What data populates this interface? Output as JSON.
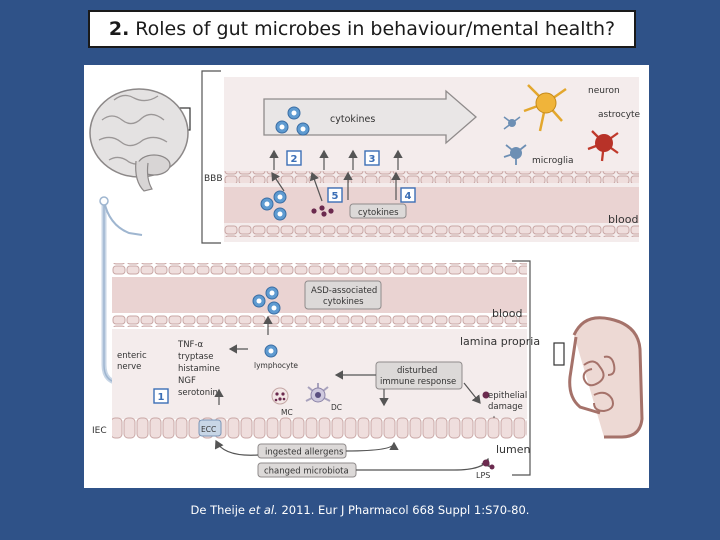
{
  "slide": {
    "title_number": "2.",
    "title_text": "Roles of gut microbes in behaviour/mental health?",
    "citation": {
      "authors": "De Theije",
      "etal": "et al.",
      "ref": "2011. Eur J Pharmacol 668 Suppl 1:S70-80."
    }
  },
  "figure": {
    "brain_labels": {
      "cytokines_arrow": "cytokines",
      "neuron": "neuron",
      "astrocyte": "astrocyte",
      "microglia": "microglia",
      "bbb": "BBB",
      "blood_upper": "blood",
      "cytokines_small": "cytokines"
    },
    "steps": [
      "1",
      "2",
      "3",
      "4",
      "5"
    ],
    "gut_labels": {
      "asd_cytokines_line1": "ASD-associated",
      "asd_cytokines_line2": "cytokines",
      "blood_lower": "blood",
      "lamina_propria": "lamina propria",
      "enteric_nerve_line1": "enteric",
      "enteric_nerve_line2": "nerve",
      "mediators": [
        "TNF-α",
        "tryptase",
        "histamine",
        "NGF",
        "serotonin"
      ],
      "lymphocyte": "lymphocyte",
      "disturbed_line1": "disturbed",
      "disturbed_line2": "immune response",
      "mc": "MC",
      "dc": "DC",
      "epithelial_line1": "epithelial",
      "epithelial_line2": "damage",
      "iec": "IEC",
      "ecc": "ECC",
      "lumen": "lumen",
      "ingested_allergens": "ingested allergens",
      "changed_microbiota": "changed microbiota",
      "lps": "LPS"
    },
    "colors": {
      "band_pink": "#ead3d2",
      "membrane": "#c9a7a5",
      "cell_blue": "#5f9bd1",
      "label_box": "#dcd9d8",
      "step_blue": "#3c6fb6"
    }
  }
}
